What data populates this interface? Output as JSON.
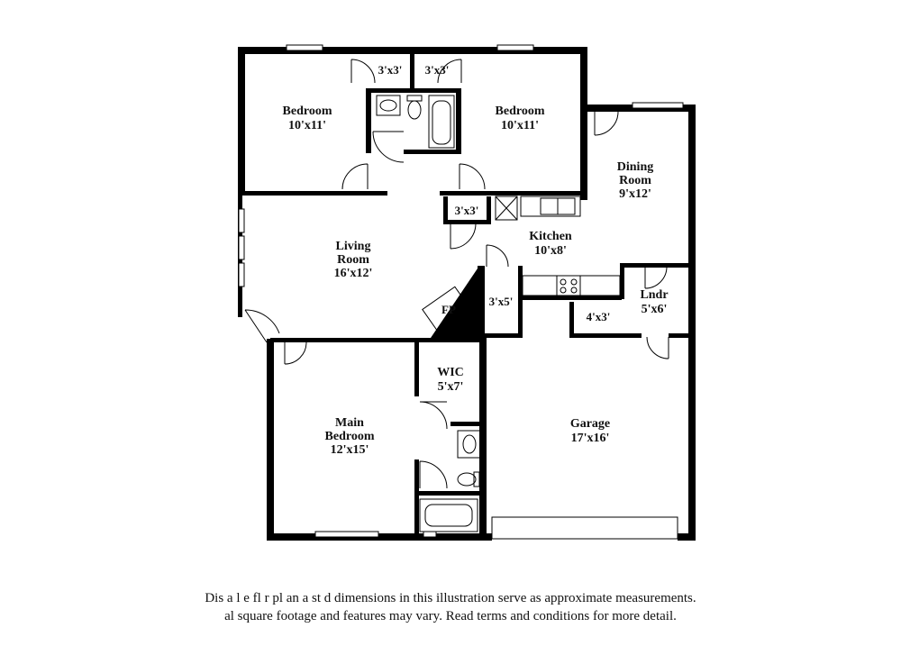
{
  "rooms": {
    "bedroom_left": {
      "name": "Bedroom",
      "size": "10'x11'"
    },
    "bedroom_right": {
      "name": "Bedroom",
      "size": "10'x11'"
    },
    "closet_left": {
      "size": "3'x3'"
    },
    "closet_right": {
      "size": "3'x3'"
    },
    "dining": {
      "name_line1": "Dining",
      "name_line2": "Room",
      "size": "9'x12'"
    },
    "living": {
      "name_line1": "Living",
      "name_line2": "Room",
      "size": "16'x12'"
    },
    "pantry": {
      "size": "3'x3'"
    },
    "kitchen": {
      "name": "Kitchen",
      "size": "10'x8'"
    },
    "hall_closet": {
      "size": "3'x5'"
    },
    "laundry": {
      "name": "Lndr",
      "size": "5'x6'"
    },
    "utility": {
      "size": "4'x3'"
    },
    "fireplace": {
      "label": "FP"
    },
    "wic": {
      "name": "WIC",
      "size": "5'x7'"
    },
    "main_bedroom": {
      "name_line1": "Main",
      "name_line2": "Bedroom",
      "size": "12'x15'"
    },
    "garage": {
      "name": "Garage",
      "size": "17'x16'"
    }
  },
  "disclaimer": {
    "line1": "Dis  a    l  e fl   r pl an  a   st  d dimensions in this illustration serve as approximate measurements.",
    "line2": "  al square footage and features may vary. Read terms and conditions for more detail."
  }
}
